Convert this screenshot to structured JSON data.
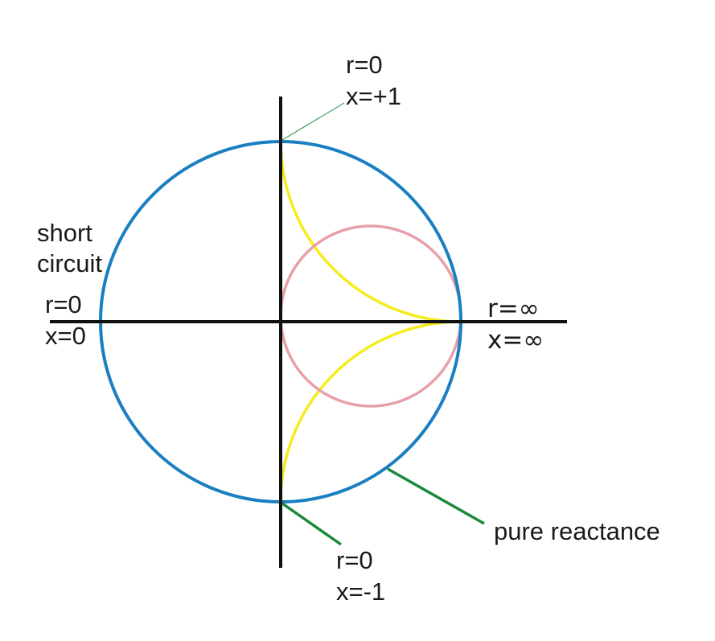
{
  "labels": {
    "top": {
      "r": "r=0",
      "x": "x=+1"
    },
    "left_title": {
      "line1": "short",
      "line2": "circuit"
    },
    "left": {
      "r": "r=0",
      "x": "x=0"
    },
    "right": {
      "r": "r=∞",
      "x": "x=∞"
    },
    "bottom": {
      "r": "r=0",
      "x": "x=-1"
    },
    "pure_reactance": "pure reactance"
  },
  "colors": {
    "axes": "#111111",
    "unit_circle": "#1a7fc1",
    "r_circle": "#e8a0a8",
    "x_arcs": "#f5ec1e",
    "leader_lines": "#1a8a3a"
  }
}
